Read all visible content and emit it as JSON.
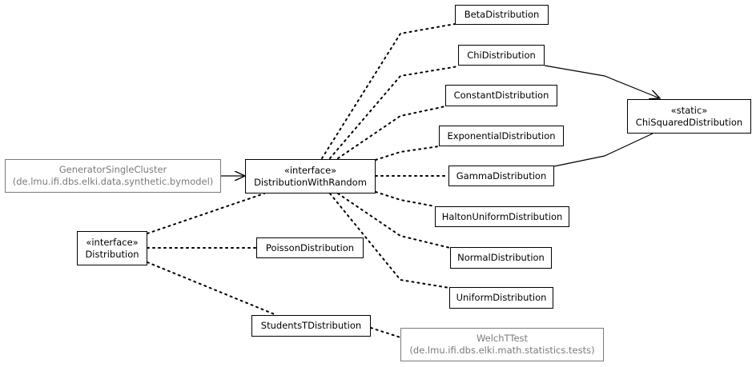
{
  "nodes": {
    "beta": {
      "name": "BetaDistribution"
    },
    "chi": {
      "name": "ChiDistribution"
    },
    "constant": {
      "name": "ConstantDistribution"
    },
    "exponential": {
      "name": "ExponentialDistribution"
    },
    "gamma": {
      "name": "GammaDistribution"
    },
    "halton": {
      "name": "HaltonUniformDistribution"
    },
    "normal": {
      "name": "NormalDistribution"
    },
    "uniform": {
      "name": "UniformDistribution"
    },
    "chisquared": {
      "stereotype": "«static»",
      "name": "ChiSquaredDistribution"
    },
    "generator": {
      "name": "GeneratorSingleCluster",
      "package": "(de.lmu.ifi.dbs.elki.data.synthetic.bymodel)"
    },
    "dwr": {
      "stereotype": "«interface»",
      "name": "DistributionWithRandom"
    },
    "distribution": {
      "stereotype": "«interface»",
      "name": "Distribution"
    },
    "poisson": {
      "name": "PoissonDistribution"
    },
    "studentst": {
      "name": "StudentsTDistribution"
    },
    "welch": {
      "name": "WelchTTest",
      "package": "(de.lmu.ifi.dbs.elki.math.statistics.tests)"
    }
  },
  "colors": {
    "line": "#000000",
    "external": "#7a7a7a",
    "background": "#ffffff"
  }
}
